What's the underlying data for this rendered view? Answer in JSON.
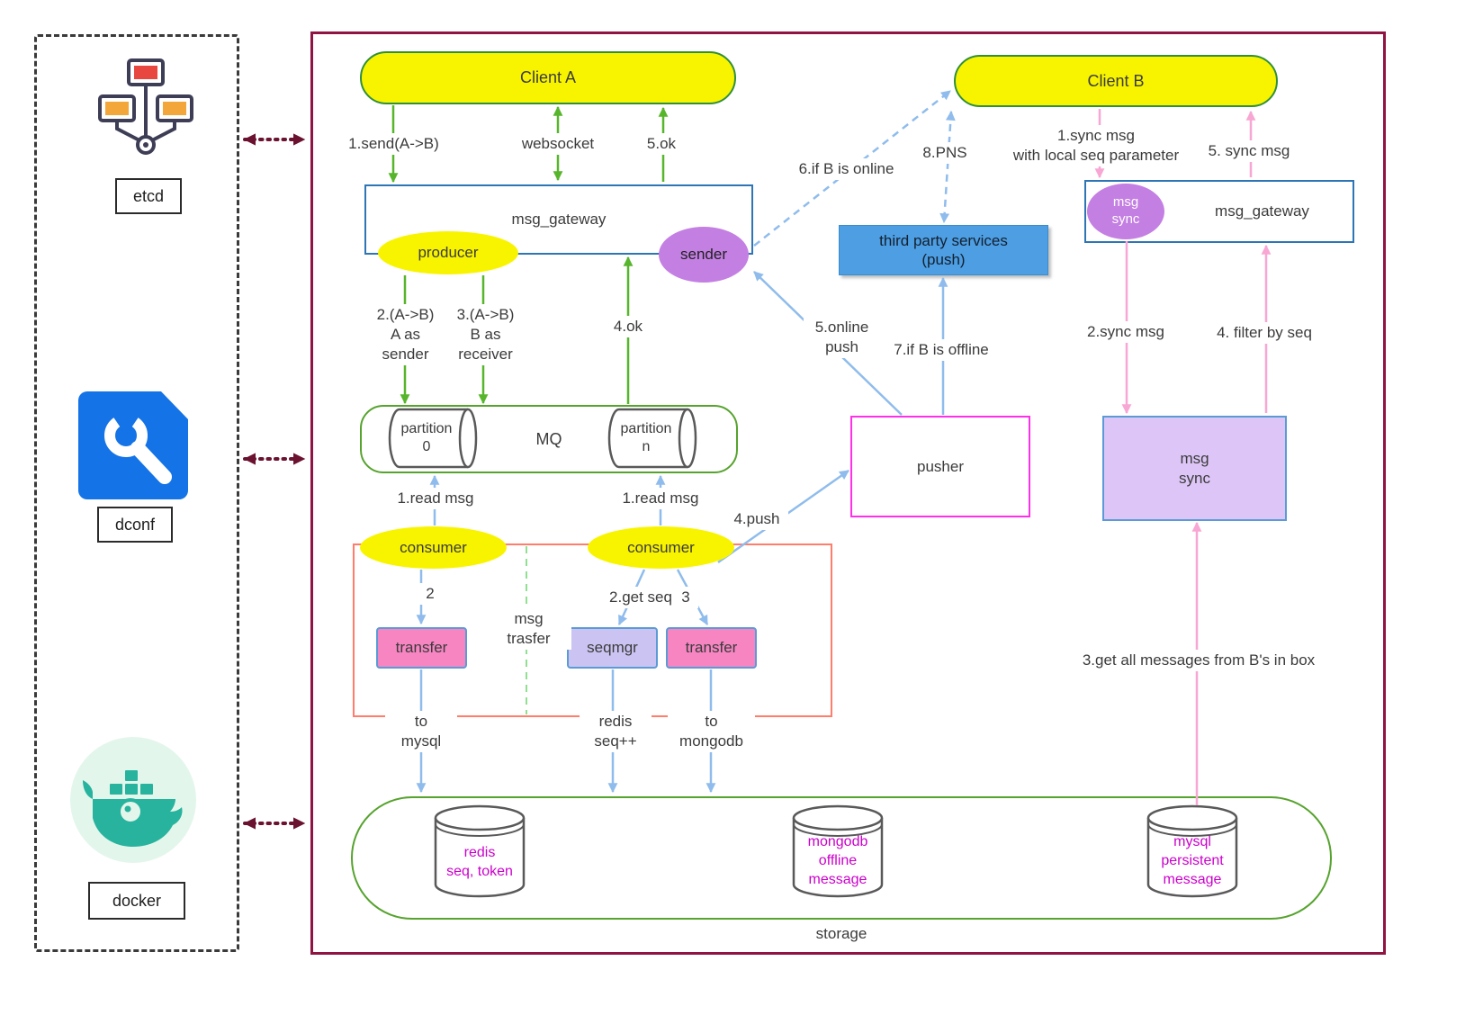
{
  "sidebar": {
    "etcd_label": "etcd",
    "dconf_label": "dconf",
    "docker_label": "docker"
  },
  "nodes": {
    "client_a": "Client A",
    "client_b": "Client B",
    "gateway_left": "msg_gateway",
    "gateway_right": "msg_gateway",
    "producer": "producer",
    "sender": "sender",
    "third_party": "third party services\n(push)",
    "msg_sync_ellipse": "msg\nsync",
    "mq": "MQ",
    "partition_0": "partition\n0",
    "partition_n": "partition\nn",
    "pusher": "pusher",
    "msg_sync_box": "msg\nsync",
    "consumer_left": "consumer",
    "consumer_right": "consumer",
    "transfer_left": "transfer",
    "seqmgr": "seqmgr",
    "transfer_right": "transfer",
    "msg_trasfer_group": "msg\ntrasfer",
    "redis": "redis\nseq, token",
    "mongodb": "mongodb\noffline\nmessage",
    "mysql": "mysql\npersistent\nmessage",
    "storage": "storage"
  },
  "labels": {
    "send_ab": "1.send(A->B)",
    "websocket": "websocket",
    "ok_5": "5.ok",
    "if_b_online": "6.if B is online",
    "pns": "8.PNS",
    "sync_msg_local_seq": "1.sync msg\nwith local seq parameter",
    "sync_msg_5": "5. sync msg",
    "a_as_sender": "2.(A->B)\nA as\nsender",
    "b_as_receiver": "3.(A->B)\nB as\nreceiver",
    "ok_4": "4.ok",
    "online_push": "5.online\npush",
    "if_b_offline": "7.if B is offline",
    "sync_msg_2": "2.sync msg",
    "filter_by_seq": "4. filter by seq",
    "read_msg_left": "1.read msg",
    "read_msg_right": "1.read msg",
    "push_4": "4.push",
    "step_2": "2",
    "get_seq": "2.get seq",
    "step_3": "3",
    "to_mysql": "to\nmysql",
    "redis_seq_inc": "redis\nseq++",
    "to_mongodb": "to\nmongodb",
    "get_all_messages": "3.get all messages from B's in box"
  },
  "colors": {
    "main_border": "#8f1442",
    "node_yellow": "#f8f400",
    "node_purple": "#c47fe3",
    "third_party_blue": "#4d9ee3",
    "transfer_pink": "#f685c2",
    "seqmgr_lavender": "#cbc4f2",
    "msg_sync_lavender": "#ddc6f7",
    "green_border": "#56a32e",
    "blue_border": "#2e75b6",
    "pusher_magenta": "#ff30e8",
    "group_red": "#ff7d6a",
    "arrow_green": "#57b52c",
    "arrow_blue": "#8fbcec",
    "arrow_pink": "#f8a6d3",
    "db_text_magenta": "#cc00cc"
  },
  "icons": {
    "etcd": "cluster-nodes-icon",
    "dconf": "wrench-config-icon",
    "docker": "docker-whale-icon"
  }
}
